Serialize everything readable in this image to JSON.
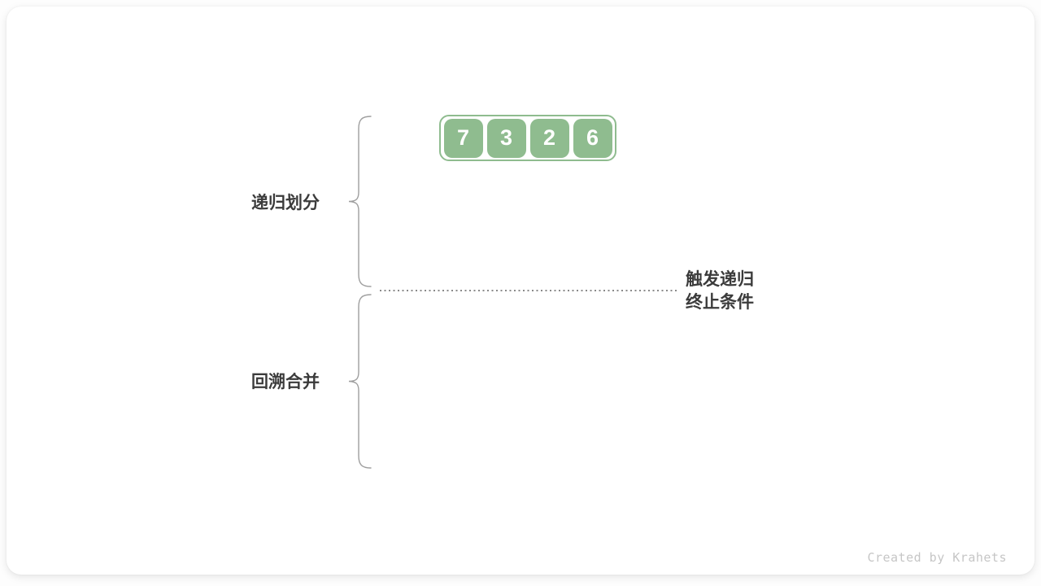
{
  "watermark": "Created by Krahets",
  "diagram": {
    "array": {
      "values": [
        "7",
        "3",
        "2",
        "6"
      ]
    },
    "labels": {
      "recursive_divide": "递归划分",
      "backtrack_merge": "回溯合并",
      "annotation_line1": "触发递归",
      "annotation_line2": "终止条件"
    },
    "colors": {
      "green": "#8FBC8F",
      "label_dark": "#3B3B3B",
      "brace_gray": "#9E9E9E",
      "dot_gray": "#8A8A8A",
      "watermark_gray": "#C6C6C6"
    }
  }
}
